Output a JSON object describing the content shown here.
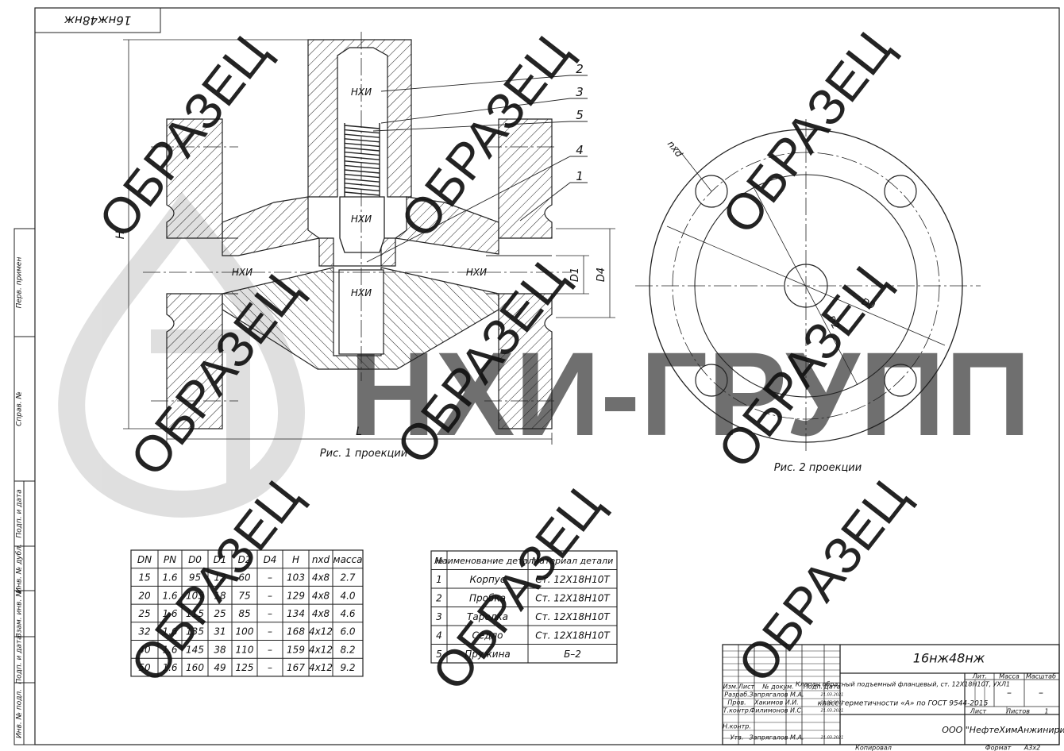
{
  "stamp_top": "16нж48нж",
  "watermark_word": "ОБРАЗЕЦ",
  "logo_text": "НХИ-ГРУПП",
  "drawing": {
    "callouts": [
      "2",
      "3",
      "5",
      "4",
      "1"
    ],
    "section_labels": [
      "НХИ",
      "НХИ",
      "НХИ",
      "НХИ",
      "НХИ"
    ],
    "dims": {
      "H": "H",
      "L": "L",
      "D1": "D1",
      "D4": "D4",
      "D0": "D0",
      "D2": "D2",
      "nxd": "nxd"
    },
    "fig1_caption": "Рис. 1 проекции",
    "fig2_caption": "Рис. 2 проекции"
  },
  "side_labels": [
    "Перв. примен",
    "Справ. №",
    "Подп. и дата",
    "Инв. № дубл.",
    "Взам. инв. №",
    "Подп. и дата",
    "Инв. № подл."
  ],
  "dim_table": {
    "headers": [
      "DN",
      "PN",
      "D0",
      "D1",
      "D2",
      "D4",
      "H",
      "nxd",
      "масса"
    ],
    "rows": [
      [
        "15",
        "1.6",
        "95",
        "12",
        "60",
        "–",
        "103",
        "4x8",
        "2.7"
      ],
      [
        "20",
        "1.6",
        "105",
        "18",
        "75",
        "–",
        "129",
        "4x8",
        "4.0"
      ],
      [
        "25",
        "1.6",
        "115",
        "25",
        "85",
        "–",
        "134",
        "4x8",
        "4.6"
      ],
      [
        "32",
        "1.6",
        "135",
        "31",
        "100",
        "–",
        "168",
        "4x12",
        "6.0"
      ],
      [
        "40",
        "1.6",
        "145",
        "38",
        "110",
        "–",
        "159",
        "4x12",
        "8.2"
      ],
      [
        "50",
        "1.6",
        "160",
        "49",
        "125",
        "–",
        "167",
        "4x12",
        "9.2"
      ]
    ]
  },
  "parts_table": {
    "headers": [
      "№",
      "Наименование детали",
      "Материал детали"
    ],
    "rows": [
      [
        "1",
        "Корпус",
        "Ст. 12Х18Н10Т"
      ],
      [
        "2",
        "Пробка",
        "Ст. 12Х18Н10Т"
      ],
      [
        "3",
        "Тарелка",
        "Ст. 12Х18Н10Т"
      ],
      [
        "4",
        "Седло",
        "Ст. 12Х18Н10Т"
      ],
      [
        "5",
        "Пружина",
        "Б–2"
      ]
    ]
  },
  "title_block": {
    "designation": "16нж48нж",
    "description_line1": "Клапан обратный подъемный фланцевый, ст. 12Х18Н10Т, УХЛ1",
    "description_line2": "класс герметичности «А» по ГОСТ 9544-2015",
    "col_headers": [
      "Изм.",
      "Лист",
      "№ докум.",
      "Подп.",
      "Дата"
    ],
    "lit_header": "Лит.",
    "mass_header": "Масса",
    "scale_header": "Масштаб",
    "mass_value": "–",
    "scale_value": "–",
    "sheet_label": "Лист",
    "sheets_label": "Листов",
    "sheets_value": "1",
    "company": "ООО \"НефтеХимАнжиниринг\"",
    "roles": [
      {
        "role": "Разраб.",
        "name": "Запрягалов М.А.",
        "date": "21.03.2021"
      },
      {
        "role": "Пров.",
        "name": "Хакимов И.И.",
        "date": "21.03.2021"
      },
      {
        "role": "Т.контр.",
        "name": "Филимонов И.С.",
        "date": "21.03.2021"
      },
      {
        "role": "Н.контр.",
        "name": "",
        "date": ""
      },
      {
        "role": "Утв.",
        "name": "Запрягалов М.А.",
        "date": "21.03.2021"
      }
    ],
    "copied_label": "Копировал",
    "format_label": "Формат",
    "format_value": "А3х2"
  }
}
